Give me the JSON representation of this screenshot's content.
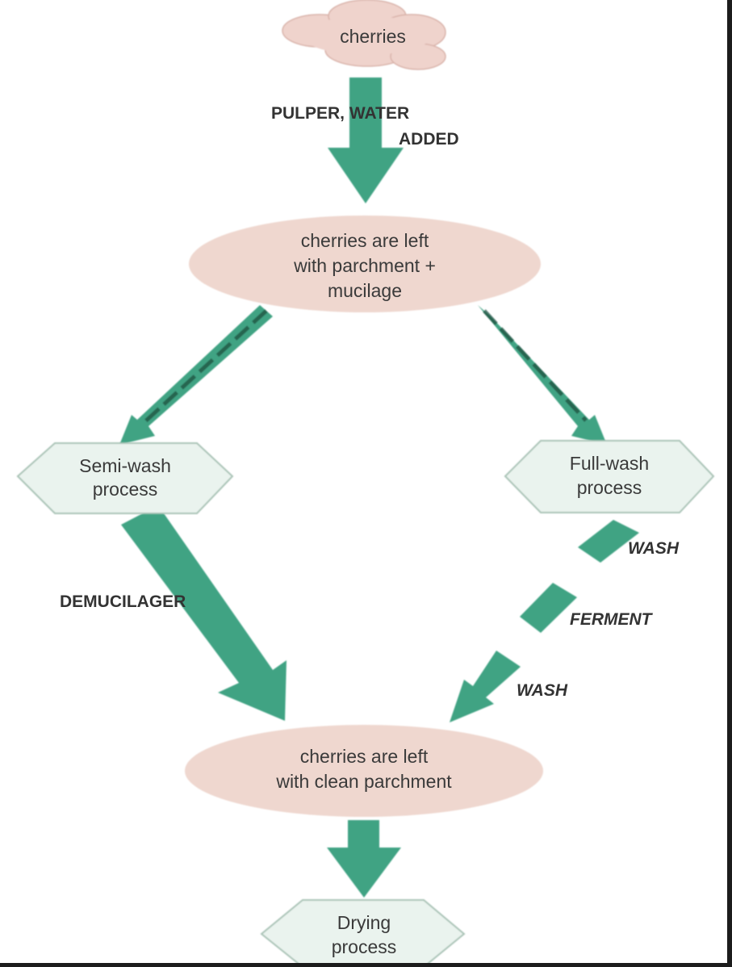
{
  "colors": {
    "arrow": "#3fa383",
    "arrow_shadow": "#1d5140",
    "cloud_fill": "#efd3cc",
    "cloud_stroke": "#d9b3aa",
    "ellipse_fill": "#efd7cf",
    "hexagon_fill": "#eaf3ee",
    "hexagon_stroke": "#a9c3b6",
    "text": "#3a3a3a"
  },
  "nodes": {
    "start": {
      "shape": "cloud",
      "lines": [
        "cherries"
      ]
    },
    "pulped": {
      "shape": "ellipse",
      "lines": [
        "cherries are left",
        "with parchment +",
        "mucilage"
      ]
    },
    "semi_wash": {
      "shape": "hexagon",
      "lines": [
        "Semi-wash",
        "process"
      ]
    },
    "full_wash": {
      "shape": "hexagon",
      "lines": [
        "Full-wash",
        "process"
      ]
    },
    "clean": {
      "shape": "ellipse",
      "lines": [
        "cherries are left",
        "with clean parchment"
      ]
    },
    "drying": {
      "shape": "hexagon",
      "lines": [
        "Drying",
        "process"
      ]
    }
  },
  "step_labels": {
    "pulper": [
      "PULPER, WATER",
      "ADDED"
    ],
    "demucilager": "DEMUCILAGER",
    "wash_1": "WASH",
    "ferment": "FERMENT",
    "wash_2": "WASH"
  },
  "edges": [
    {
      "from": "start",
      "to": "pulped",
      "label": "PULPER, WATER ADDED"
    },
    {
      "from": "pulped",
      "to": "semi_wash"
    },
    {
      "from": "pulped",
      "to": "full_wash"
    },
    {
      "from": "semi_wash",
      "to": "clean",
      "label": "DEMUCILAGER"
    },
    {
      "from": "full_wash",
      "to": "clean",
      "label": "WASH, FERMENT, WASH"
    },
    {
      "from": "clean",
      "to": "drying"
    }
  ]
}
